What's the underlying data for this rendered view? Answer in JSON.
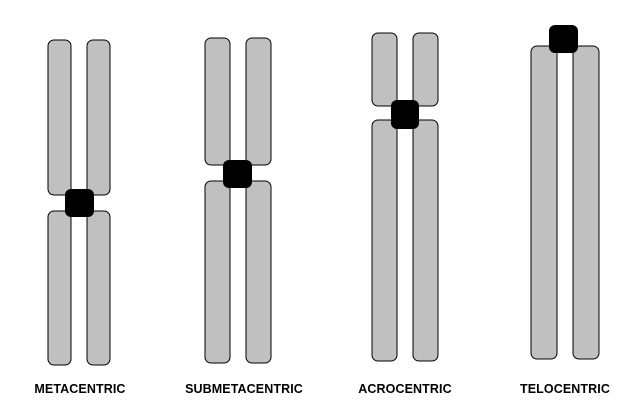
{
  "colors": {
    "chromatid_fill": "#c0c0c0",
    "chromatid_stroke": "#000000",
    "centromere_fill": "#000000",
    "background": "#ffffff"
  },
  "chromosomes": [
    {
      "id": "metacentric",
      "label": "METACENTRIC"
    },
    {
      "id": "submetacentric",
      "label": "SUBMETACENTRIC"
    },
    {
      "id": "acrocentric",
      "label": "ACROCENTRIC"
    },
    {
      "id": "telocentric",
      "label": "TELOCENTRIC"
    }
  ]
}
